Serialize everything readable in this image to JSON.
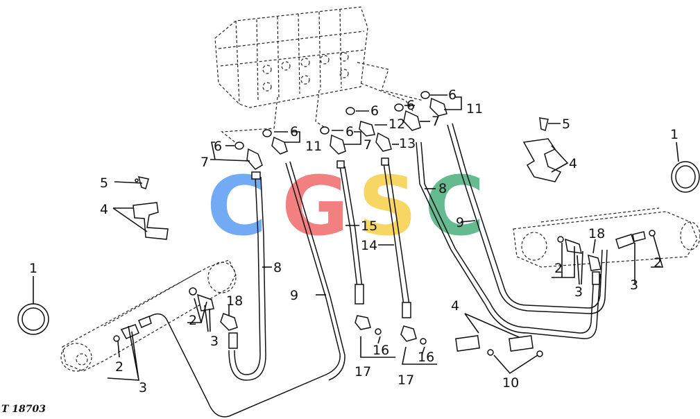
{
  "figure_id": "T 18703",
  "watermark": {
    "letters": [
      "C",
      "G",
      "S",
      "C"
    ],
    "colors": [
      "#5b9cf5",
      "#f26b6b",
      "#f7d04a",
      "#4caf7d"
    ]
  },
  "callouts": [
    {
      "id": "c6a",
      "label": "6"
    },
    {
      "id": "c6b",
      "label": "6"
    },
    {
      "id": "c6c",
      "label": "6"
    },
    {
      "id": "c6d",
      "label": "6"
    },
    {
      "id": "c6e",
      "label": "6"
    },
    {
      "id": "c6f",
      "label": "6"
    },
    {
      "id": "c7a",
      "label": "7"
    },
    {
      "id": "c7b",
      "label": "7"
    },
    {
      "id": "c7c",
      "label": "7"
    },
    {
      "id": "c11a",
      "label": "11"
    },
    {
      "id": "c11b",
      "label": "11"
    },
    {
      "id": "c12",
      "label": "12"
    },
    {
      "id": "c13",
      "label": "13"
    },
    {
      "id": "c5a",
      "label": "5"
    },
    {
      "id": "c5b",
      "label": "5"
    },
    {
      "id": "c4a",
      "label": "4"
    },
    {
      "id": "c4b",
      "label": "4"
    },
    {
      "id": "c4c",
      "label": "4"
    },
    {
      "id": "c1a",
      "label": "1"
    },
    {
      "id": "c1b",
      "label": "1"
    },
    {
      "id": "c8a",
      "label": "8"
    },
    {
      "id": "c8b",
      "label": "8"
    },
    {
      "id": "c9a",
      "label": "9"
    },
    {
      "id": "c9b",
      "label": "9"
    },
    {
      "id": "c15",
      "label": "15"
    },
    {
      "id": "c14",
      "label": "14"
    },
    {
      "id": "c18a",
      "label": "18"
    },
    {
      "id": "c18b",
      "label": "18"
    },
    {
      "id": "c2a",
      "label": "2"
    },
    {
      "id": "c2b",
      "label": "2"
    },
    {
      "id": "c2c",
      "label": "2"
    },
    {
      "id": "c2d",
      "label": "2"
    },
    {
      "id": "c3a",
      "label": "3"
    },
    {
      "id": "c3b",
      "label": "3"
    },
    {
      "id": "c3c",
      "label": "3"
    },
    {
      "id": "c3d",
      "label": "3"
    },
    {
      "id": "c16a",
      "label": "16"
    },
    {
      "id": "c16b",
      "label": "16"
    },
    {
      "id": "c17a",
      "label": "17"
    },
    {
      "id": "c17b",
      "label": "17"
    },
    {
      "id": "c10",
      "label": "10"
    }
  ]
}
